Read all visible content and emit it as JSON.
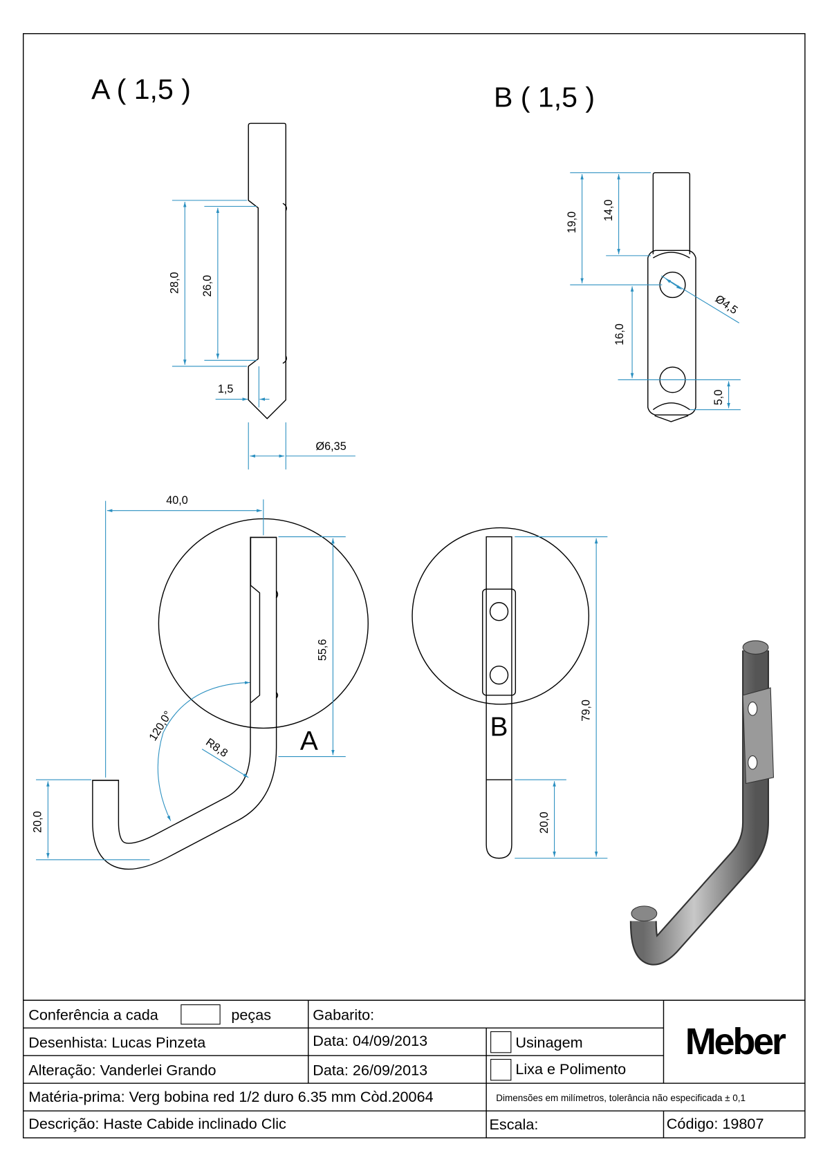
{
  "views": {
    "detail_a_title": "A ( 1,5 )",
    "detail_b_title": "B ( 1,5 )",
    "label_a": "A",
    "label_b": "B"
  },
  "dimensions": {
    "a_28": "28,0",
    "a_26": "26,0",
    "a_15": "1,5",
    "a_dia": "Ø6,35",
    "b_19": "19,0",
    "b_14": "14,0",
    "b_16": "16,0",
    "b_5": "5,0",
    "b_dia": "Ø4,5",
    "front_40": "40,0",
    "front_556": "55,6",
    "front_20": "20,0",
    "front_angle": "120,0°",
    "front_radius": "R8,8",
    "side_79": "79,0",
    "side_20": "20,0"
  },
  "colors": {
    "dimension": "#2a8fc0",
    "line": "#000000"
  },
  "title_block": {
    "conferencia_label": "Conferência a cada",
    "conferencia_value": "",
    "pecas": "peças",
    "gabarito": "Gabarito:",
    "desenhista": "Desenhista: Lucas Pinzeta",
    "data1": "Data: 04/09/2013",
    "usinagem": "Usinagem",
    "alteracao": "Alteração: Vanderlei Grando",
    "data2": "Data: 26/09/2013",
    "lixa": "Lixa e Polimento",
    "materia": "Matéria-prima: Verg bobina red 1/2 duro 6.35 mm Còd.20064",
    "tolerancia": "Dimensões em milímetros, tolerância não especificada ± 0,1",
    "descricao": "Descrição: Haste Cabide inclinado Clic",
    "escala": "Escala:",
    "codigo": "Código: 19807",
    "logo": "Meber"
  }
}
